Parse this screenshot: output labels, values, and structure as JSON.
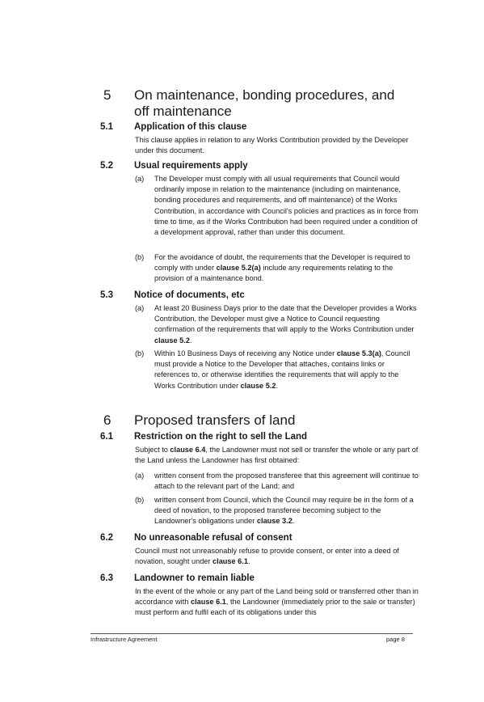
{
  "sec5": {
    "num": "5",
    "title": "On maintenance, bonding procedures, and off maintenance",
    "c51": {
      "num": "5.1",
      "title": "Application of this clause",
      "body": "This clause applies in relation to any Works Contribution provided by the Developer under this document."
    },
    "c52": {
      "num": "5.2",
      "title": "Usual requirements apply",
      "a_label": "(a)",
      "a_text": "The Developer must comply with all usual requirements that Council would ordinarily impose in relation to the maintenance (including on maintenance, bonding procedures and requirements, and off maintenance) of the Works Contribution, in accordance with Council's policies and practices as in force from time to time, as if the Works Contribution had been required under a condition of a development approval, rather than under this document.",
      "b_label": "(b)",
      "b_pre": "For the avoidance of doubt, the requirements that the Developer is required to comply with under ",
      "b_ref": "clause 5.2(a)",
      "b_post": " include any requirements relating to the provision of a maintenance bond."
    },
    "c53": {
      "num": "5.3",
      "title": "Notice of documents, etc",
      "a_label": "(a)",
      "a_pre": "At least 20 Business Days prior to the date that the Developer provides a Works Contribution, the Developer must give a Notice to Council requesting confirmation of the requirements that will apply to the Works Contribution under ",
      "a_ref": "clause 5.2",
      "a_post": ".",
      "b_label": "(b)",
      "b_pre": "Within 10 Business Days of receiving any Notice under ",
      "b_ref1": "clause 5.3(a)",
      "b_mid": ", Council must provide a Notice to the Developer that attaches, contains links or references to, or otherwise identifies the requirements that will apply to the Works Contribution under ",
      "b_ref2": "clause 5.2",
      "b_post": "."
    }
  },
  "sec6": {
    "num": "6",
    "title": "Proposed transfers of land",
    "c61": {
      "num": "6.1",
      "title": "Restriction on the right to sell the Land",
      "pre": "Subject to ",
      "ref": "clause 6.4",
      "post": ", the Landowner must not sell or transfer the whole or any part of the Land unless the Landowner has first obtained:",
      "a_label": "(a)",
      "a_text": "written consent from the proposed transferee that this agreement will continue to attach to the relevant part of the Land; and",
      "b_label": "(b)",
      "b_pre": "written consent from Council, which the Council may require be in the form of a deed of novation, to the proposed transferee becoming subject to the Landowner's obligations under ",
      "b_ref": "clause 3.2",
      "b_post": "."
    },
    "c62": {
      "num": "6.2",
      "title": "No unreasonable refusal of consent",
      "pre": "Council must not unreasonably refuse to provide consent, or enter into a deed of novation, sought under ",
      "ref": "clause 6.1",
      "post": "."
    },
    "c63": {
      "num": "6.3",
      "title": "Landowner to remain liable",
      "pre": "In the event of the whole or any part of the Land being sold or transferred other than in accordance with ",
      "ref": "clause 6.1",
      "post": ", the Landowner (immediately prior to the sale or transfer) must perform and fulfil each of its obligations under this"
    }
  },
  "footer": {
    "left": "Infrastructure Agreement",
    "right": "page 8"
  }
}
